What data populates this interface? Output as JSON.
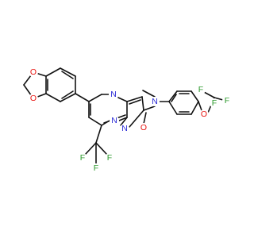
{
  "molecule": {
    "description_visible": "",
    "colors": {
      "carbon_bond": "#111111",
      "oxygen": "#e8130f",
      "nitrogen": "#2a2ad6",
      "fluorine": "#2b9a2b"
    },
    "labels": {
      "o_dioxole_top": "O",
      "o_dioxole_bottom": "O",
      "n_pyrimidine": "N",
      "n_bridge": "N",
      "n_pyrazole": "N",
      "o_carbonyl": "O",
      "n_amide": "N",
      "o_ether": "O",
      "f_cf3_ring_left": "F",
      "f_cf3_ring_right": "F",
      "f_cf3_ring_bottom": "F",
      "f_ocf3_top": "F",
      "f_ocf3_right": "F",
      "f_ocf3_bottom": "F"
    }
  }
}
